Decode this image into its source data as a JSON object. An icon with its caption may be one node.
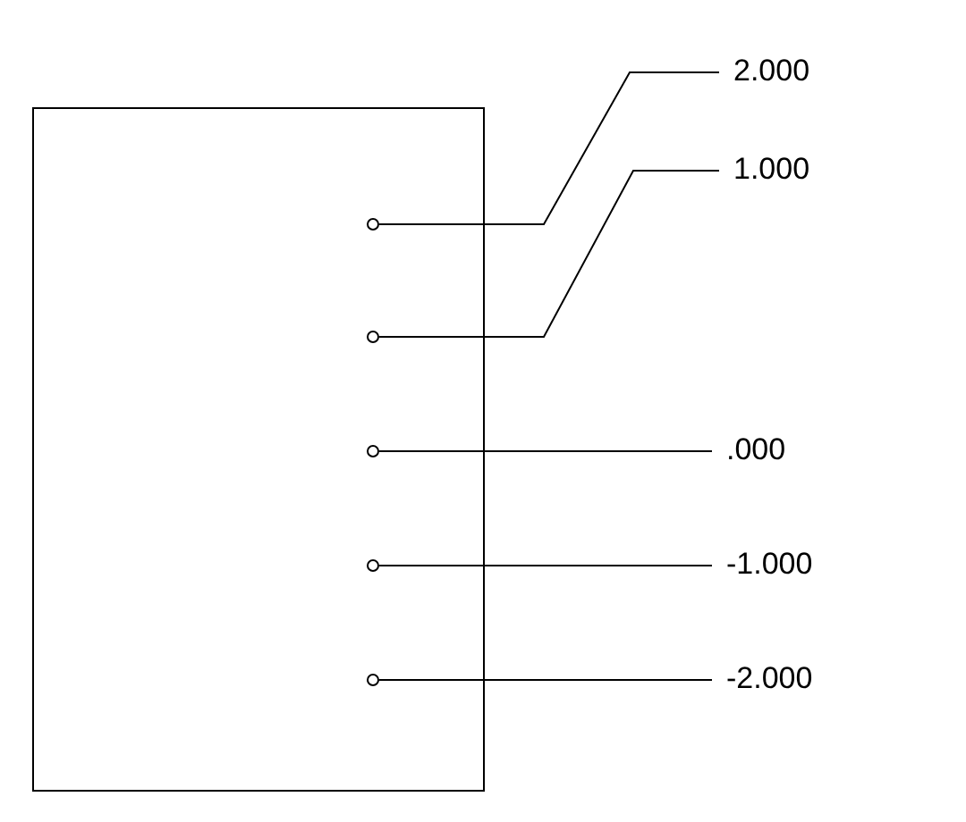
{
  "diagram": {
    "nodes": [
      {
        "text": [
          "2.000"
        ]
      },
      {
        "text": [
          "1.000"
        ]
      },
      {
        "text": [
          ".000"
        ]
      },
      {
        "text": [
          "-1.000"
        ]
      },
      {
        "text": [
          "-2.000"
        ]
      },
      {
        "text": [],
        "shape": "circle"
      },
      {
        "text": [],
        "shape": "circle"
      },
      {
        "text": [],
        "shape": "circle"
      },
      {
        "text": [],
        "shape": "circle"
      },
      {
        "text": [],
        "shape": "circle"
      }
    ],
    "edges": [
      {
        "from": 0,
        "to": 5,
        "arrow": "none"
      },
      {
        "from": 1,
        "to": 6,
        "arrow": "none"
      },
      {
        "from": 2,
        "to": 7,
        "arrow": "none"
      },
      {
        "from": 3,
        "to": 8,
        "arrow": "none"
      },
      {
        "from": 4,
        "to": 9,
        "arrow": "none"
      }
    ]
  }
}
